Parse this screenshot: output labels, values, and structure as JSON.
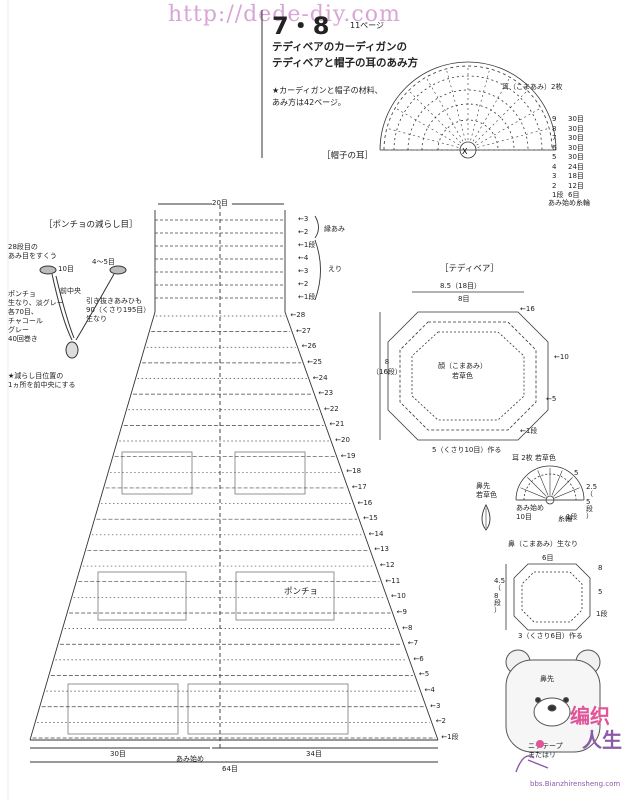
{
  "watermark": "http://dede-diy.com",
  "header": {
    "number": "7・8",
    "page_ref": "11ページ",
    "title_line1": "テディベアのカーディガンの",
    "title_line2": "テディベアと帽子の耳のあみ方",
    "note": "★カーディガンと帽子の材料、\nあみ方は42ページ。"
  },
  "hat_ear": {
    "heading": "［帽子の耳］",
    "label": "耳（こまあみ）2枚",
    "table": [
      [
        "9",
        "30目"
      ],
      [
        "8",
        "30目"
      ],
      [
        "7",
        "30目"
      ],
      [
        "6",
        "30目"
      ],
      [
        "5",
        "30目"
      ],
      [
        "4",
        "24目"
      ],
      [
        "3",
        "18目"
      ],
      [
        "2",
        "12目"
      ],
      [
        "1段",
        "6目"
      ]
    ],
    "footer": "あみ始め糸輪"
  },
  "poncho_decrease": {
    "heading": "［ポンチョの減らし目］",
    "row_label": "28段目の\nあみ目をすくう",
    "ten": "10目",
    "fourfive": "4～5目",
    "center": "前中央",
    "thread": "引き抜きあみひも\n90（くさり195目）\n生なり",
    "yarn": "ポンチョ\n生なり、淡グレー\n各70目、\nチャコール\nグレー\n40回巻き",
    "star": "★減らし目位置の\n1ヵ所を前中央にする"
  },
  "poncho": {
    "top_count": "20目",
    "edge": "縁あみ",
    "collar": "えり",
    "label": "ポンチョ",
    "bottom_left": "30目",
    "bottom_right": "34目",
    "bottom_label": "あみ始め",
    "bottom_total": "64目",
    "collar_rows": [
      "3",
      "2",
      "1段",
      "4",
      "3",
      "2",
      "1段"
    ],
    "body_rows": [
      "28",
      "27",
      "26",
      "25",
      "24",
      "23",
      "22",
      "21",
      "20",
      "19",
      "18",
      "17",
      "16",
      "15",
      "14",
      "13",
      "12",
      "11",
      "10",
      "9",
      "8",
      "7",
      "6",
      "5",
      "4",
      "3",
      "2",
      "1段"
    ]
  },
  "teddy": {
    "heading": "［テディベア］",
    "width": "8.5（18目）",
    "top": "8目",
    "face": "顔（こまあみ）\n若草色",
    "height": "8\n（16段）",
    "start": "5（くさり10目）作る",
    "rows": [
      "16",
      "10",
      "5",
      "1段"
    ]
  },
  "ear2": {
    "label": "耳 2枚 若草色",
    "start": "あみ始め\n10目",
    "yarn_ring": "糸輪",
    "dim": "2.5\n（\n5\n段\n）",
    "rows": [
      "5",
      "1段"
    ]
  },
  "nose_tip": {
    "label": "鼻先\n若草色"
  },
  "nose": {
    "label": "鼻（こまあみ）生なり",
    "count": "6目",
    "dim": "4.5\n（\n8\n段\n）",
    "start": "3（くさり6目）作る",
    "rows": [
      "8",
      "5",
      "1段"
    ]
  },
  "bear_img": {
    "label": "鼻先",
    "bottom": "ニテテープ\nまたはリ"
  },
  "logo": {
    "text1": "编织",
    "text2": "人生",
    "url": "bbs.Bianzhirensheng.com"
  },
  "colors": {
    "ink": "#222222",
    "watermark": "#d7a6d6",
    "logo_pink": "#e0559a",
    "logo_purple": "#8b5aa8"
  }
}
